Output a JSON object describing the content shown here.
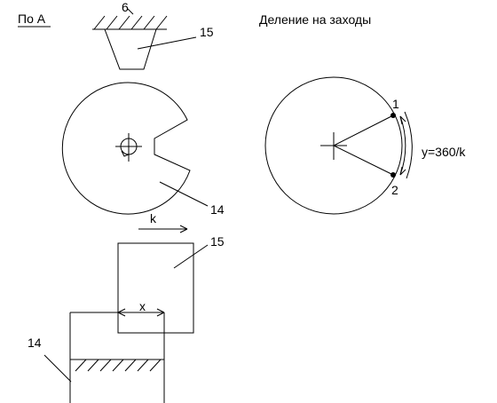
{
  "header": {
    "view_label": "По А",
    "title": "Деление на заходы"
  },
  "labels": {
    "part_6": "6",
    "part_15_top": "15",
    "part_14_mid": "14",
    "part_15_bottom": "15",
    "part_14_bottom": "14",
    "k_arrow": "k",
    "x_dim": "x",
    "point_1": "1",
    "point_2": "2",
    "angle_formula": "y=360/k"
  }
}
